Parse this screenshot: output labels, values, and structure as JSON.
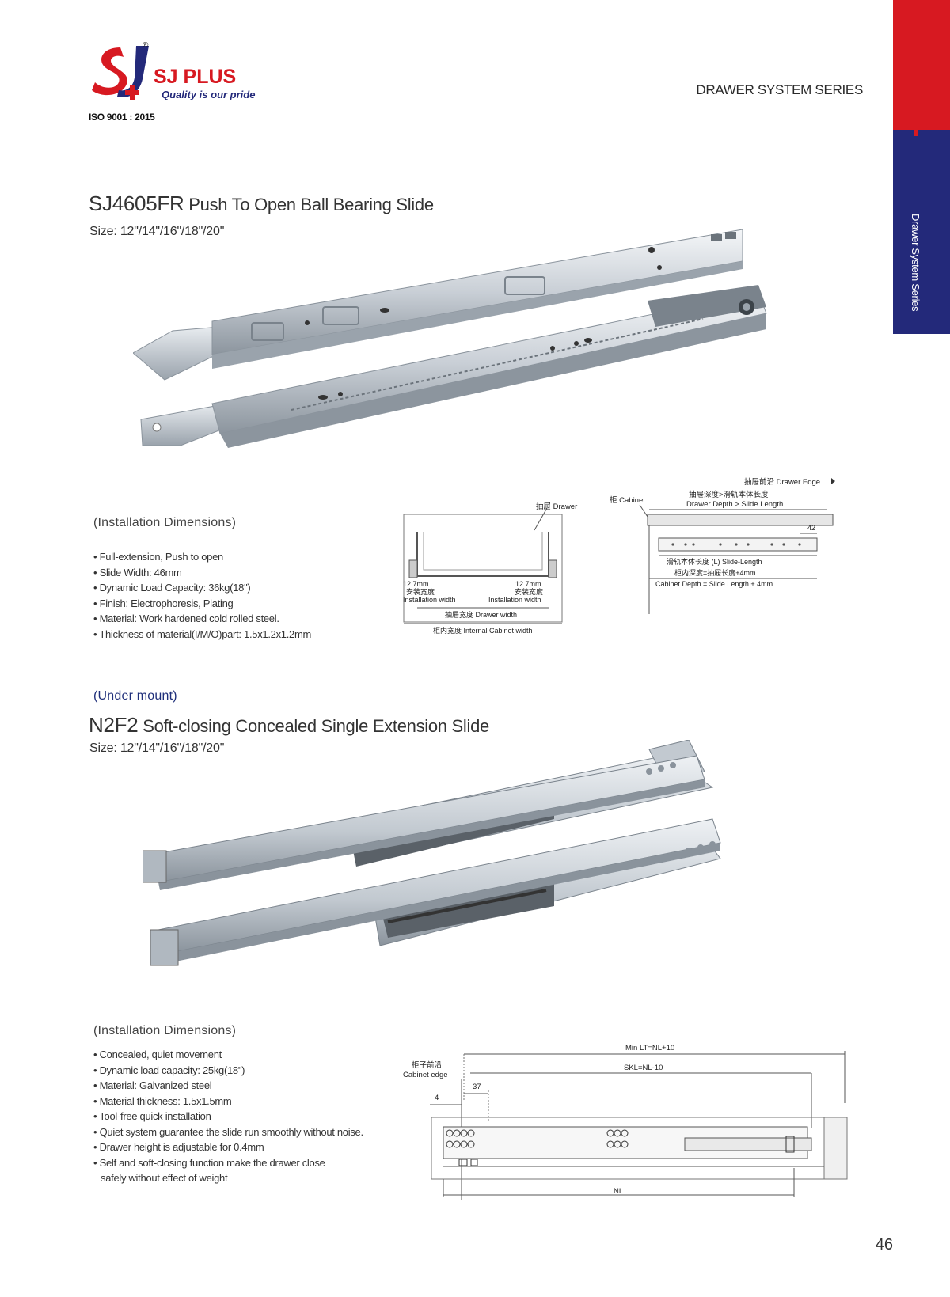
{
  "header": {
    "brand_name": "SJ PLUS",
    "tagline": "Quality is our pride",
    "registered_mark": "®",
    "iso": "ISO 9001 : 2015",
    "series_title": "DRAWER SYSTEM SERIES"
  },
  "side_tab": {
    "label": "Drawer System Series",
    "colors": {
      "top": "#d71921",
      "bottom": "#23297a"
    }
  },
  "product1": {
    "code": "SJ4605FR",
    "name": "Push To Open Ball Bearing Slide",
    "size": "Size: 12\"/14\"/16\"/18\"/20\"",
    "install_heading": "(Installation Dimensions)",
    "features": [
      "Full-extension, Push to open",
      "Slide Width: 46mm",
      "Dynamic Load Capacity: 36kg(18\")",
      "Finish: Electrophoresis, Plating",
      "Material: Work hardened cold rolled steel.",
      "Thickness of material(I/M/O)part: 1.5x1.2x1.2mm"
    ],
    "diagram_front": {
      "drawer": "抽屉 Drawer",
      "dim_left": "12.7mm",
      "dim_right": "12.7mm",
      "install_cn": "安装宽度",
      "install_en": "Installation width",
      "drawer_width": "抽屉宽度 Drawer width",
      "internal_width": "柜内宽度 Internal Cabinet width"
    },
    "diagram_side": {
      "drawer_edge": "抽屉前沿 Drawer Edge",
      "cabinet": "柜 Cabinet",
      "depth_cn": "抽屉深度>滑轨本体长度",
      "depth_en": "Drawer Depth > Slide Length",
      "dim_42": "42",
      "slide_length": "滑轨本体长度 (L) Slide-Length",
      "cabinet_depth_cn": "柜内深度=抽屉长度+4mm",
      "cabinet_depth_en": "Cabinet Depth = Slide Length + 4mm"
    }
  },
  "product2": {
    "kicker": "(Under mount)",
    "code": "N2F2",
    "name": "Soft-closing Concealed Single Extension Slide",
    "size": "Size: 12\"/14\"/16\"/18\"/20\"",
    "install_heading": "(Installation Dimensions)",
    "features": [
      "Concealed, quiet movement",
      "Dynamic load capacity: 25kg(18\")",
      "Material: Galvanized steel",
      "Material thickness: 1.5x1.5mm",
      "Tool-free quick installation",
      "Quiet system guarantee the slide run smoothly without noise.",
      "Drawer height is adjustable for 0.4mm",
      "Self and soft-closing function make the drawer close"
    ],
    "features_cont": "safely without effect of weight",
    "diagram": {
      "min_lt": "Min LT=NL+10",
      "skl": "SKL=NL-10",
      "cabinet_edge_cn": "柜子前沿",
      "cabinet_edge_en": "Cabinet edge",
      "dim_37": "37",
      "dim_4": "4",
      "nl": "NL"
    }
  },
  "page_number": "46"
}
